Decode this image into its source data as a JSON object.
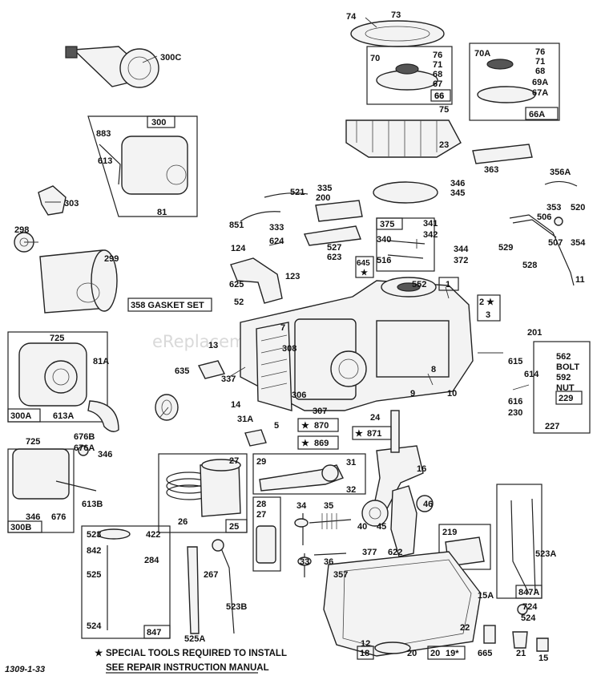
{
  "watermark": "eReplacementParts.com",
  "figure_code": "1309-1-33",
  "footnote": {
    "line1": "SPECIAL TOOLS REQUIRED TO INSTALL",
    "line2": "SEE REPAIR INSTRUCTION MANUAL",
    "star": "★"
  },
  "gasket_set_label": "358 GASKET SET",
  "box_labels": {
    "b300": "300",
    "b66": "66",
    "b66a": "66A",
    "b375": "375",
    "b1": "1",
    "b3": "3",
    "b300a": "300A",
    "b613a": "613A",
    "b300b": "300B",
    "b227": "227",
    "b29": "29",
    "b28": "28",
    "b27": "27",
    "b25": "25",
    "b847": "847",
    "b847a": "847A",
    "b219": "219",
    "b18": "18",
    "b20": "20",
    "b19": "19*",
    "b870": "870",
    "b869": "869",
    "b871": "871",
    "b645": "645",
    "b2": "2",
    "b229": "229"
  },
  "bolt_nut": {
    "l1": "562",
    "l2": "BOLT",
    "l3": "592",
    "l4": "NUT"
  },
  "part_numbers": [
    "74",
    "73",
    "300C",
    "70",
    "76",
    "71",
    "68",
    "67",
    "66",
    "70A",
    "76",
    "71",
    "68",
    "69A",
    "67A",
    "75",
    "23",
    "300",
    "883",
    "613",
    "81",
    "303",
    "346",
    "345",
    "363",
    "356A",
    "521",
    "200",
    "335",
    "851",
    "333",
    "624",
    "353",
    "520",
    "506",
    "507",
    "354",
    "375",
    "341",
    "342",
    "340",
    "344",
    "516",
    "372",
    "527",
    "623",
    "529",
    "528",
    "11",
    "298",
    "299",
    "124",
    "123",
    "625",
    "52",
    "552",
    "358",
    "725",
    "81A",
    "7",
    "13",
    "308",
    "635",
    "337",
    "14",
    "306",
    "307",
    "8",
    "9",
    "10",
    "201",
    "615",
    "614",
    "616",
    "230",
    "31A",
    "5",
    "24",
    "16",
    "676B",
    "346",
    "676A",
    "725",
    "613B",
    "346",
    "676",
    "27",
    "26",
    "31",
    "32",
    "34",
    "35",
    "46",
    "40",
    "45",
    "33",
    "36",
    "377",
    "622",
    "357",
    "523",
    "422",
    "842",
    "284",
    "267",
    "525",
    "524",
    "525A",
    "523B",
    "15A",
    "724",
    "524",
    "523A",
    "22",
    "12",
    "20",
    "665",
    "21",
    "15"
  ]
}
